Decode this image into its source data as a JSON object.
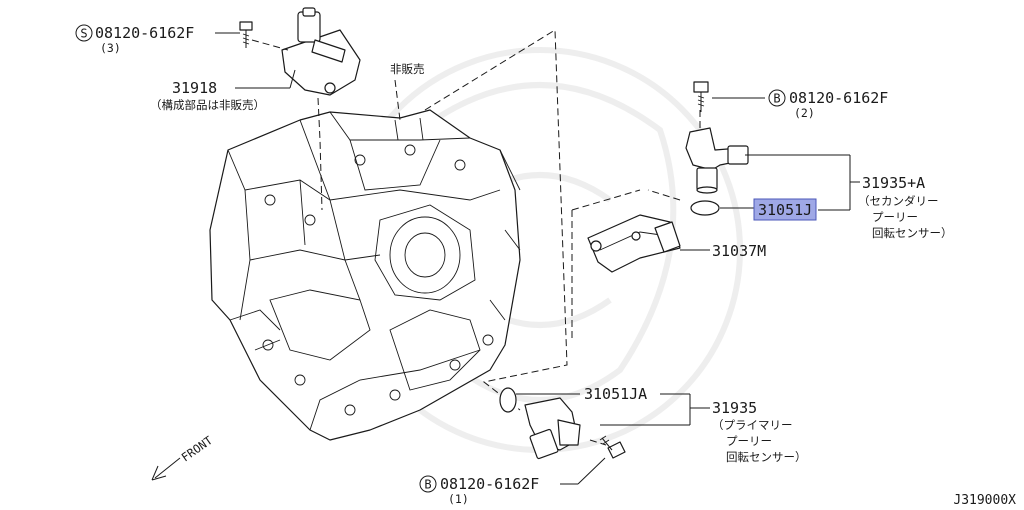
{
  "parts": {
    "bolt_top_left": {
      "mark": "S",
      "number": "08120-6162F",
      "qty": "(3)"
    },
    "p31918": {
      "number": "31918",
      "note": "（構成部品は非販売）"
    },
    "not_sold": "非販売",
    "bolt_right": {
      "mark": "B",
      "number": "08120-6162F",
      "qty": "(2)"
    },
    "p31935a": {
      "number": "31935+A",
      "desc_lines": [
        "（セカンダリー",
        "プーリー",
        "回転センサー）"
      ]
    },
    "p31051j": {
      "number": "31051J"
    },
    "p31037m": {
      "number": "31037M"
    },
    "p31051ja": {
      "number": "31051JA"
    },
    "p31935": {
      "number": "31935",
      "desc_lines": [
        "（プライマリー",
        "プーリー",
        "回転センサー）"
      ]
    },
    "bolt_bottom": {
      "mark": "B",
      "number": "08120-6162F",
      "qty": "(1)"
    }
  },
  "front_label": "FRONT",
  "diagram_code": "J319000X",
  "highlight_color": "#9fa8e6"
}
